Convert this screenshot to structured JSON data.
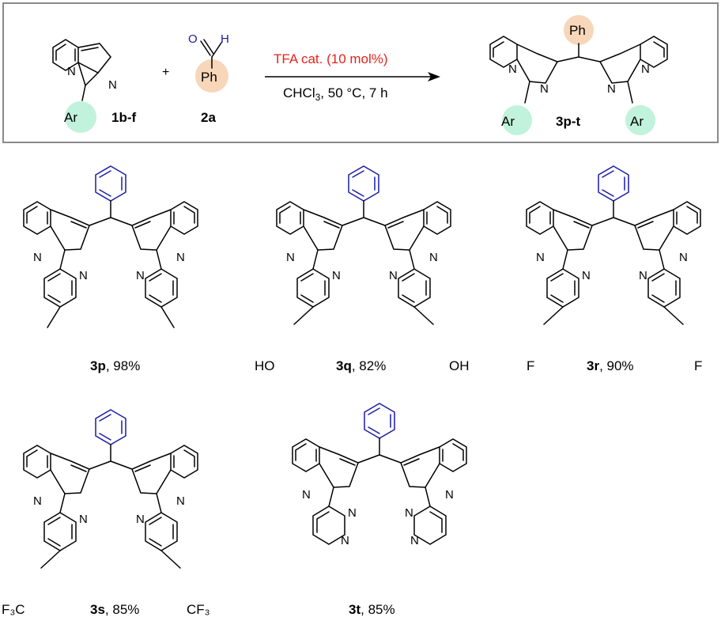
{
  "reaction": {
    "plus": "+",
    "reagent_top": "TFA cat. (10 mol%)",
    "condition_solvent": "CHCl",
    "condition_sub": "3",
    "condition_rest": ", 50 °C, 7 h",
    "label_1": "1b-f",
    "label_2": "2a",
    "label_product": "3p-t",
    "ar": "Ar",
    "ph": "Ph",
    "o": "O",
    "h": "H",
    "n": "N"
  },
  "products": [
    {
      "id": "3p",
      "yield": ", 98%",
      "substituent_left": "",
      "substituent_right": ""
    },
    {
      "id": "3q",
      "yield": ", 82%",
      "substituent_left": "HO",
      "substituent_right": "OH"
    },
    {
      "id": "3r",
      "yield": ", 90%",
      "substituent_left": "F",
      "substituent_right": "F"
    },
    {
      "id": "3s",
      "yield": ", 85%",
      "substituent_left": "F₃C",
      "substituent_right": "CF₃"
    },
    {
      "id": "3t",
      "yield": ", 85%",
      "substituent_left": "",
      "substituent_right": ""
    }
  ],
  "colors": {
    "reagent_red": "#e8231c",
    "phenyl_blue": "#1a1aa6",
    "ar_highlight": "#b6f0d6",
    "ph_highlight": "#f7d2b3",
    "frame_border": "#8a8a8a"
  }
}
